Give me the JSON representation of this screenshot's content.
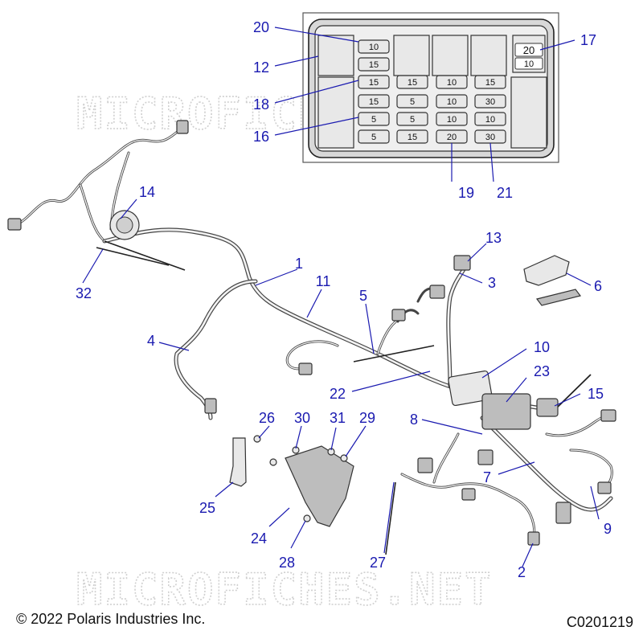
{
  "watermark": "MICROFICHES.NET",
  "copyright": "© 2022 Polaris Industries Inc.",
  "drawing_code": "C0201219",
  "fuse_box": {
    "fuses_col1": [
      "10",
      "15",
      "15",
      "15",
      "5",
      "5"
    ],
    "fuses_col2": [
      "15",
      "5",
      "5",
      "15"
    ],
    "fuses_col3": [
      "10",
      "10",
      "10",
      "20"
    ],
    "fuses_col4": [
      "15",
      "30",
      "10",
      "30"
    ],
    "relay_top": "20",
    "relay_bottom": "10"
  },
  "callouts": [
    "1",
    "2",
    "3",
    "4",
    "5",
    "6",
    "7",
    "8",
    "9",
    "10",
    "11",
    "12",
    "13",
    "14",
    "15",
    "16",
    "17",
    "18",
    "19",
    "20",
    "21",
    "22",
    "23",
    "24",
    "25",
    "26",
    "27",
    "28",
    "29",
    "30",
    "31",
    "32"
  ]
}
